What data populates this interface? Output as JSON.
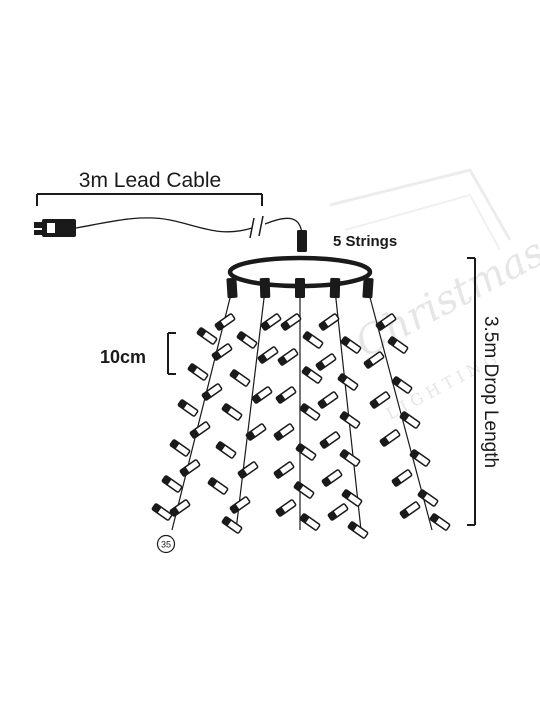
{
  "diagram": {
    "lead_cable_label": "3m Lead Cable",
    "strings_label": "5 Strings",
    "spacing_label": "10cm",
    "drop_length_label": "3.5m Drop Length",
    "bulb_count_badge": "35",
    "watermark_text": "Christmas",
    "watermark_subtext": "LIGHTING",
    "string_count": 5,
    "colors": {
      "ink": "#1a1a1a",
      "watermark": "#e6e6e6"
    }
  }
}
